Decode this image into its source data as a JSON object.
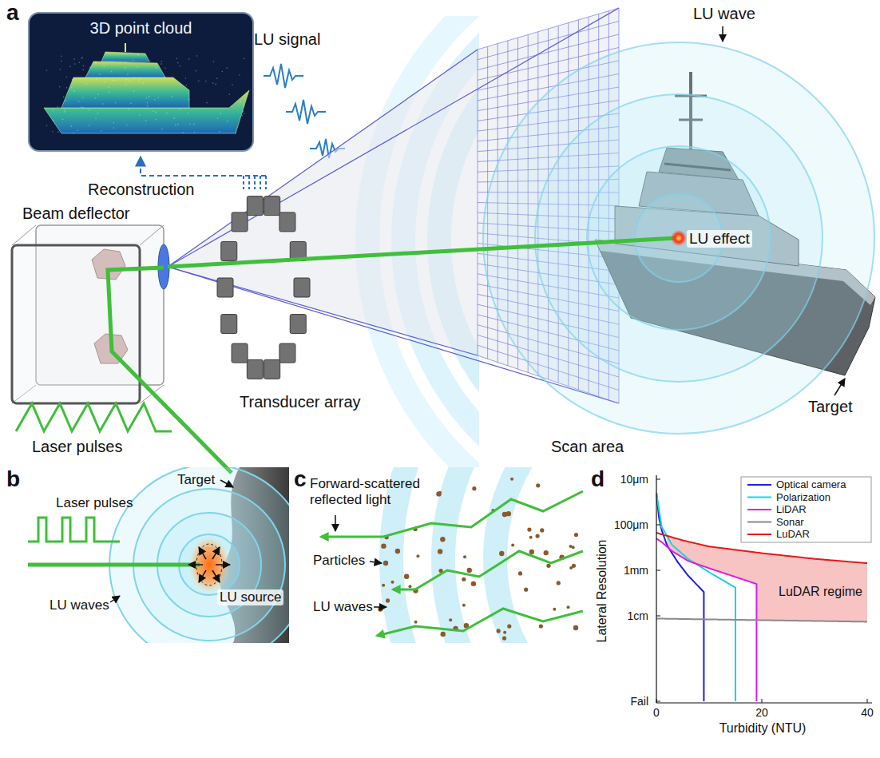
{
  "diagram": {
    "nodes": [
      {
        "text": [
          "3D point cloud"
        ]
      }
    ],
    "labels": [
      "a",
      "LU signal",
      "LU wave",
      "Reconstruction",
      "Beam deflector",
      "LU effect",
      "Target",
      "Transducer array",
      "Scan area",
      "Laser pulses",
      "b",
      "Laser pulses",
      "Target",
      "LU source",
      "LU waves",
      "c",
      "Forward-scattered reflected light",
      "Particles",
      "LU waves",
      "d",
      "10μm",
      "100μm",
      "1mm",
      "1cm",
      "Fail",
      "0",
      "20",
      "40",
      "Lateral Resolution",
      "Turbidity (NTU)",
      "LuDAR regime"
    ],
    "legend": [
      {
        "text": "Optical camera"
      },
      {
        "text": "Polarization"
      },
      {
        "text": "LiDAR"
      },
      {
        "text": "Sonar"
      },
      {
        "text": "LuDAR"
      }
    ]
  }
}
